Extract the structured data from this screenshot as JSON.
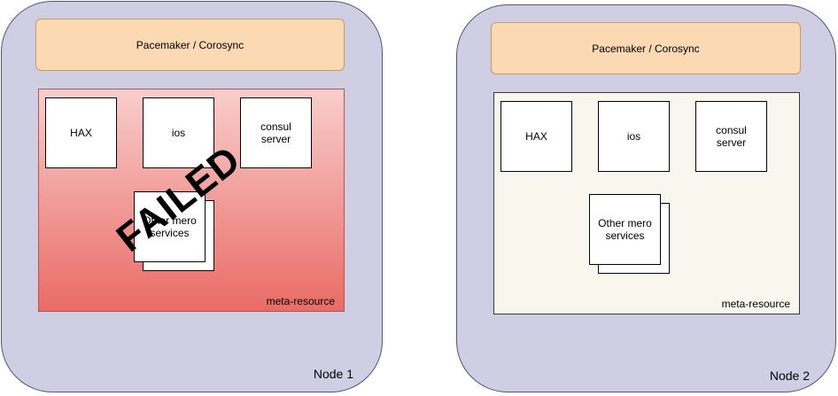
{
  "nodes": [
    {
      "label": "Node 1",
      "cluster_manager": "Pacemaker / Corosync",
      "resource_group": "meta-resource",
      "services": [
        "HAX",
        "ios",
        "consul server"
      ],
      "stacked_service": "Other mero services",
      "overlay": "FAILED"
    },
    {
      "label": "Node 2",
      "cluster_manager": "Pacemaker / Corosync",
      "resource_group": "meta-resource",
      "services": [
        "HAX",
        "ios",
        "consul server"
      ],
      "stacked_service": "Other mero services"
    }
  ],
  "colors": {
    "node_fill": "#d0cee3",
    "node_border": "#56517e",
    "cluster_manager_fill": "#fad9b3",
    "failed_gradient_top": "#f8cecc",
    "failed_gradient_bottom": "#ea6b66",
    "healthy_fill": "#f9f7ed"
  }
}
